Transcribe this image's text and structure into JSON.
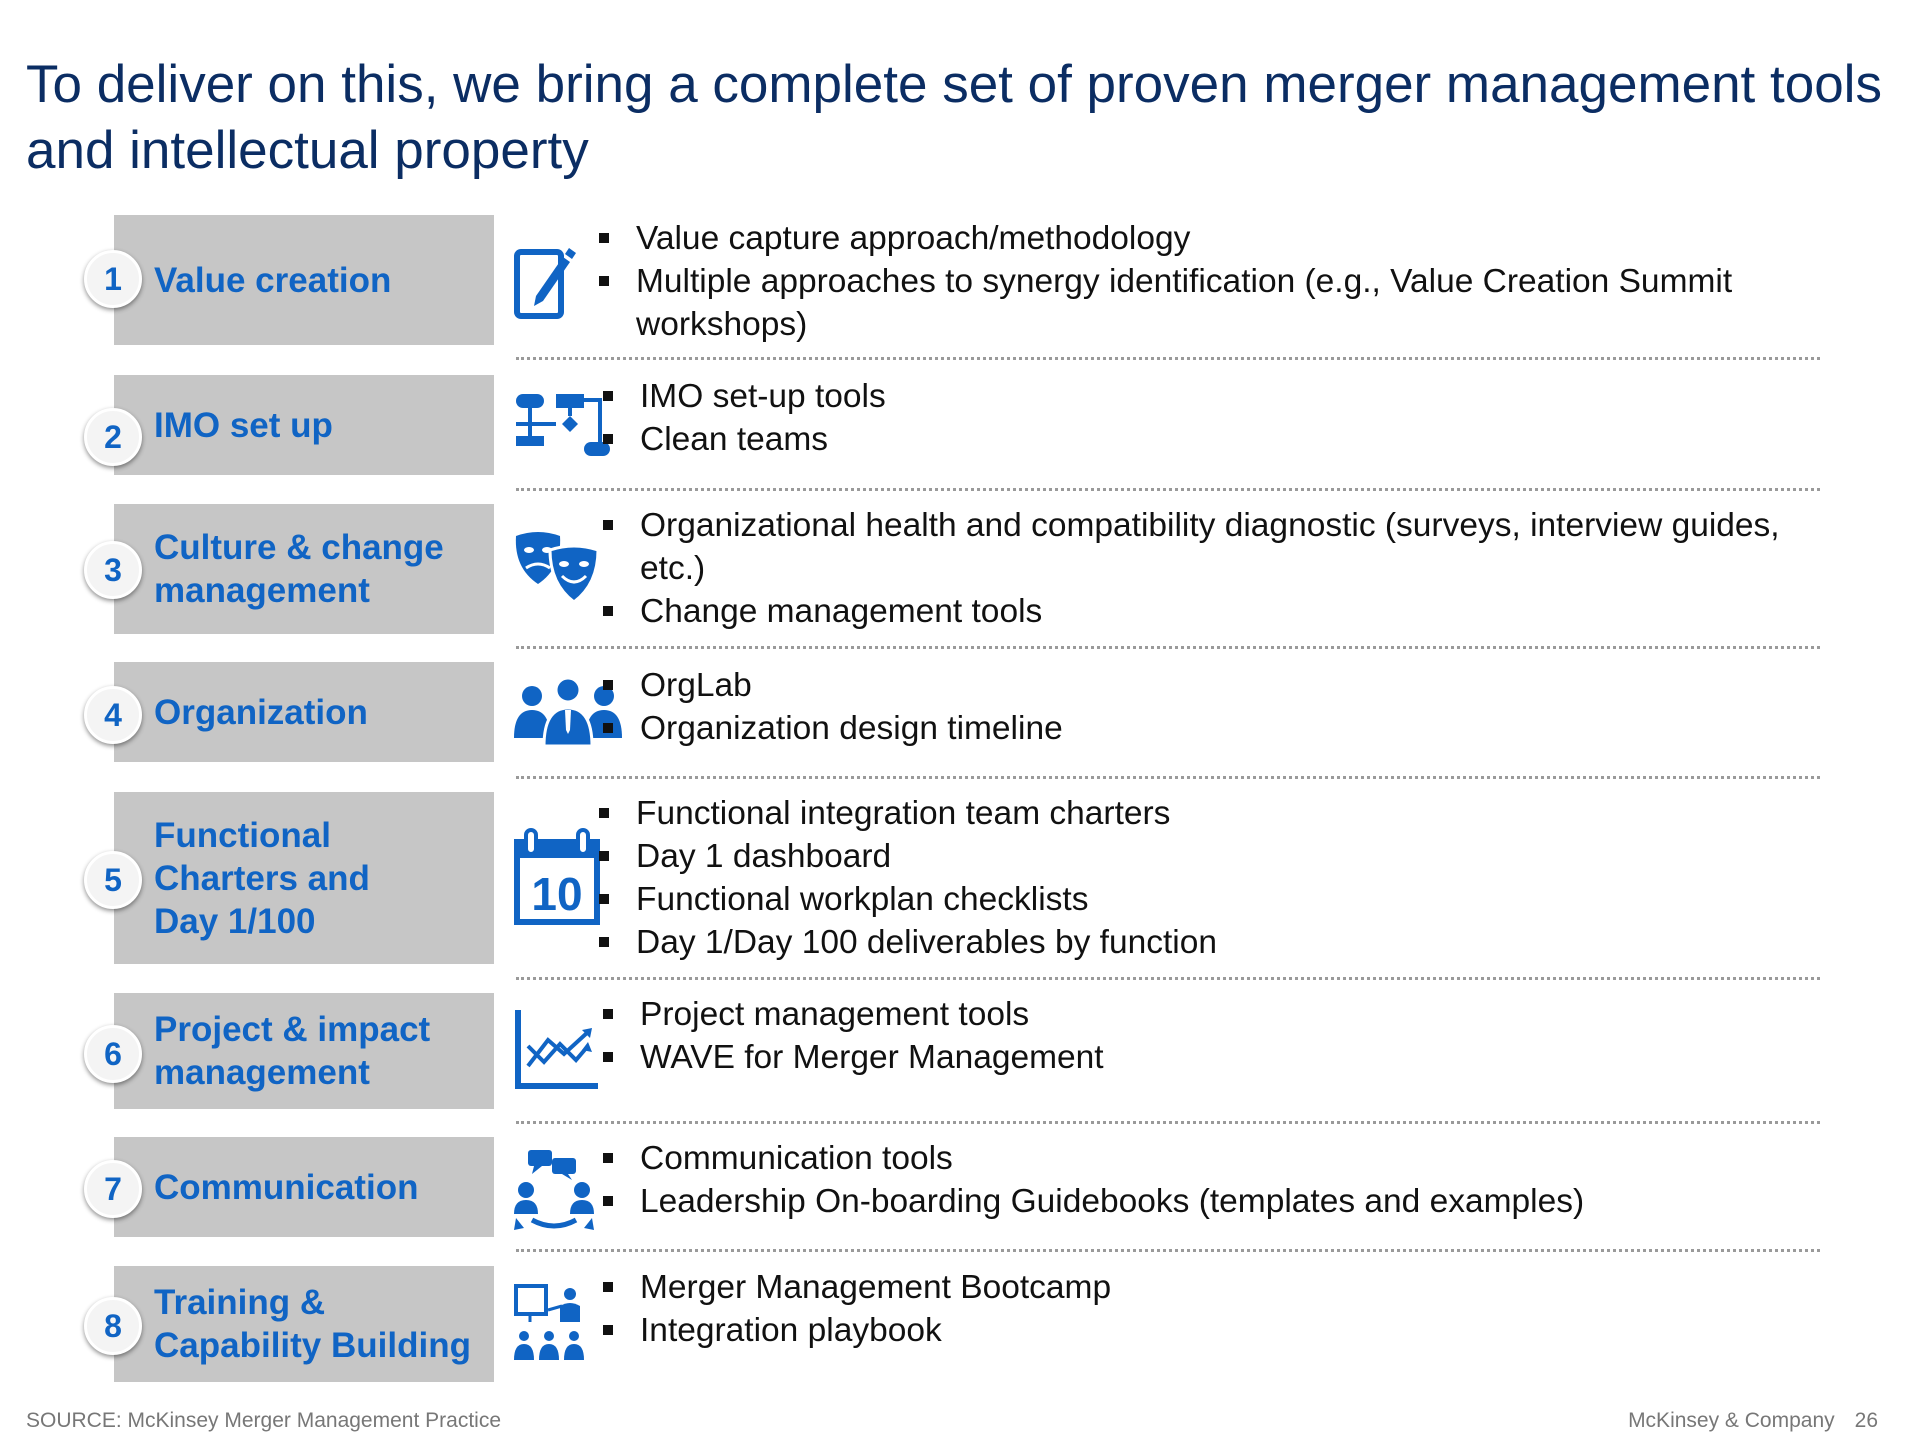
{
  "title": "To deliver on this, we bring a complete set of proven merger management tools and intellectual property",
  "colors": {
    "accent": "#1064c4",
    "title": "#0b2d63",
    "box": "#c6c6c6"
  },
  "rows": [
    {
      "number": "1",
      "label_lines": [
        "Value creation"
      ],
      "icon": "edit-document-icon",
      "bullets": [
        "Value capture approach/methodology",
        "Multiple approaches to synergy identification (e.g., Value Creation Summit workshops)"
      ]
    },
    {
      "number": "2",
      "label_lines": [
        "IMO set up"
      ],
      "icon": "flowchart-icon",
      "bullets": [
        "IMO set-up tools",
        "Clean teams"
      ]
    },
    {
      "number": "3",
      "label_lines": [
        "Culture & change",
        "management"
      ],
      "icon": "theater-masks-icon",
      "bullets": [
        "Organizational health and compatibility diagnostic (surveys, interview guides, etc.)",
        "Change management tools"
      ]
    },
    {
      "number": "4",
      "label_lines": [
        "Organization"
      ],
      "icon": "people-group-icon",
      "bullets": [
        "OrgLab",
        "Organization design timeline"
      ]
    },
    {
      "number": "5",
      "label_lines": [
        "Functional",
        "Charters and",
        "Day 1/100"
      ],
      "icon": "calendar-icon",
      "icon_text": "10",
      "bullets": [
        "Functional integration team charters",
        "Day 1 dashboard",
        "Functional workplan checklists",
        "Day 1/Day 100 deliverables by function"
      ]
    },
    {
      "number": "6",
      "label_lines": [
        "Project & impact",
        "management"
      ],
      "icon": "line-chart-icon",
      "bullets": [
        "Project management tools",
        "WAVE for Merger Management"
      ]
    },
    {
      "number": "7",
      "label_lines": [
        "Communication"
      ],
      "icon": "communication-network-icon",
      "bullets": [
        "Communication tools",
        "Leadership On-boarding Guidebooks (templates and examples)"
      ]
    },
    {
      "number": "8",
      "label_lines": [
        "Training &",
        "Capability Building"
      ],
      "icon": "training-presentation-icon",
      "bullets": [
        "Merger Management Bootcamp",
        "Integration playbook"
      ]
    }
  ],
  "footer": {
    "source": "SOURCE: McKinsey Merger Management Practice",
    "company": "McKinsey & Company",
    "page": "26"
  }
}
